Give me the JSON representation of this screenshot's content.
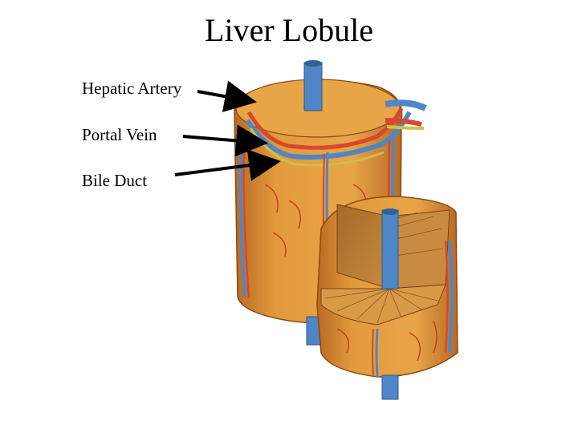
{
  "title": "Liver Lobule",
  "labels": {
    "hepatic_artery": "Hepatic Artery",
    "portal_vein": "Portal Vein",
    "bile_duct": "Bile Duct"
  },
  "colors": {
    "background": "#ffffff",
    "tissue": "#e29a3c",
    "tissue_dark": "#b86a23",
    "artery": "#d8482c",
    "vein": "#4f86c6",
    "bile_duct": "#c9c24a",
    "arrow": "#000000"
  }
}
